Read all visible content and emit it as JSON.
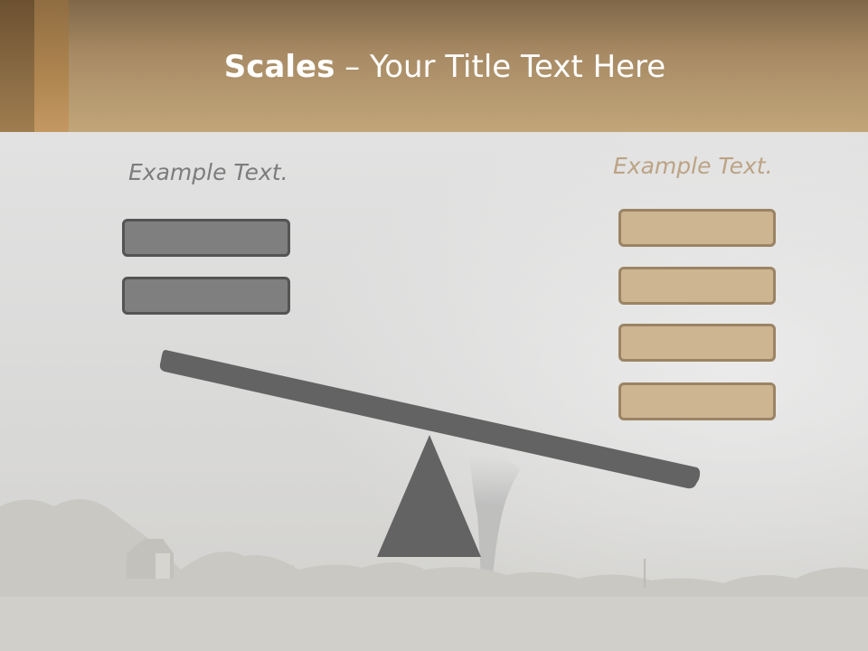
{
  "slide": {
    "title_bold": "Scales",
    "title_rest": " – Your Title Text Here"
  },
  "left_side": {
    "label": "Example Text.",
    "box_count": 2,
    "box_color": "#7f7f7f"
  },
  "right_side": {
    "label": "Example Text.",
    "box_count": 4,
    "box_color": "#cdb592"
  },
  "colors": {
    "header": "#c1a679",
    "beam": "#636363",
    "fulcrum": "#636363"
  }
}
